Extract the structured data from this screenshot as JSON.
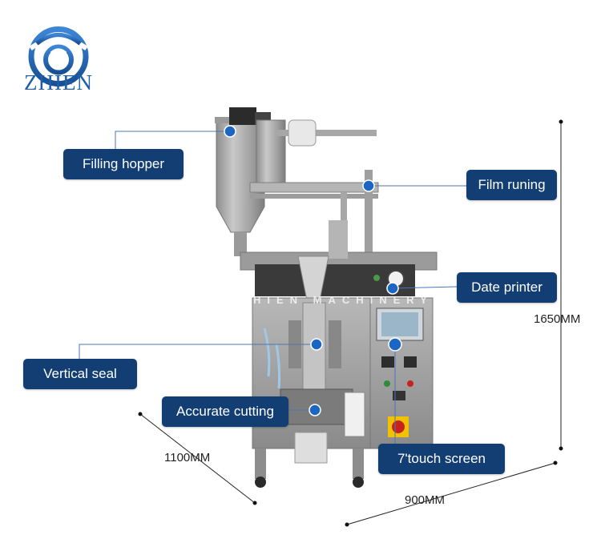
{
  "brand": {
    "name": "ZHIEN",
    "watermark": "ZHIEN MACHINERY",
    "color": "#1f5fa8"
  },
  "callouts": {
    "filling_hopper": "Filling hopper",
    "film_running": "Film runing",
    "date_printer": "Date printer",
    "vertical_seal": "Vertical seal",
    "accurate_cutting": "Accurate cutting",
    "touch_screen": "7'touch screen"
  },
  "dimensions": {
    "height": "1650MM",
    "depth": "1100MM",
    "width": "900MM"
  },
  "colors": {
    "label_bg": "#123e74",
    "pointer_dot": "#1a66c2",
    "machine_steel": "#a9a9a9"
  }
}
